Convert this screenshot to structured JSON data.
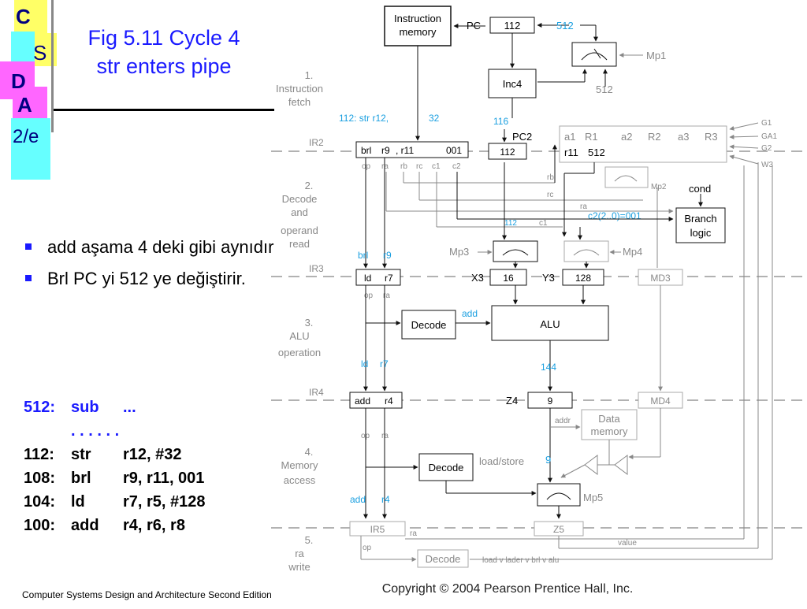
{
  "logo": {
    "letters": [
      "C",
      "S",
      "D",
      "A",
      "2/e"
    ],
    "colors": {
      "yellow": "#ffff66",
      "cyan": "#66ffff",
      "magenta": "#ff66ff"
    }
  },
  "title": {
    "line1": "Fig 5.11  Cycle 4",
    "line2": "str enters pipe"
  },
  "bullets": [
    "add aşama 4 deki gibi aynıdır",
    "Brl PC yi 512 ye değiştirir."
  ],
  "code": [
    {
      "addr": "512:",
      "op": "sub",
      "args": "...",
      "highlight": true
    },
    {
      "addr": "",
      "op": ". . . . . .",
      "args": "",
      "highlight": true
    },
    {
      "addr": "112:",
      "op": "str",
      "args": "r12, #32",
      "highlight": false
    },
    {
      "addr": "108:",
      "op": "brl",
      "args": "r9, r11, 001",
      "highlight": false
    },
    {
      "addr": "104:",
      "op": "ld",
      "args": "r7, r5, #128",
      "highlight": false
    },
    {
      "addr": "100:",
      "op": "add",
      "args": "r4, r6, r8",
      "highlight": false
    }
  ],
  "footer": "Computer Systems Design and Architecture Second Edition",
  "diagram": {
    "copyright": "Copyright © 2004 Pearson Prentice Hall, Inc.",
    "stages": [
      {
        "num": "1.",
        "l1": "Instruction",
        "l2": "fetch",
        "l3": ""
      },
      {
        "num": "2.",
        "l1": "Decode",
        "l2": "and",
        "l3": "operand",
        "l4": "read"
      },
      {
        "num": "3.",
        "l1": "ALU",
        "l2": "operation",
        "l3": ""
      },
      {
        "num": "4.",
        "l1": "Memory",
        "l2": "access",
        "l3": ""
      },
      {
        "num": "5.",
        "l1": "ra",
        "l2": "write",
        "l3": ""
      }
    ],
    "labels": {
      "instr_mem_1": "Instruction",
      "instr_mem_2": "memory",
      "pc": "PC",
      "pc_val": "112",
      "pc_in": "512",
      "mp1": "Mp1",
      "inc4": "Inc4",
      "mux_out": "512",
      "ir2_in": "112: str  r12,",
      "ir2_in2": "32",
      "pc2_in": "116",
      "pc2": "PC2",
      "pc2_val": "112",
      "ir2": "IR2",
      "ir2_op": "brl",
      "ir2_ra": "r9",
      "ir2_rb": ", r11",
      "ir2_c": "001",
      "f_op": "op",
      "f_ra": "ra",
      "f_rb": "rb",
      "f_rc": "rc",
      "f_c1": "c1",
      "f_c2": "c2",
      "reg_a1": "a1",
      "reg_R1": "R1",
      "reg_a2": "a2",
      "reg_R2": "R2",
      "reg_a3": "a3",
      "reg_R3": "R3",
      "reg_r11": "r11",
      "reg_512": "512",
      "g1": "G1",
      "ga1": "GA1",
      "g2": "G2",
      "w3": "W3",
      "mp2": "Mp2",
      "cond": "cond",
      "branch_1": "Branch",
      "branch_2": "logic",
      "c2_cond": "c2(2..0)=001",
      "rb": "rb",
      "rc": "rc",
      "ra": "ra",
      "c1": "c1",
      "v112": "112",
      "mp3": "Mp3",
      "mp4": "Mp4",
      "ir3_in_op": "brl",
      "ir3_in_ra": "r9",
      "ir3": "IR3",
      "ir3_op": "ld",
      "ir3_ra": "r7",
      "x3": "X3",
      "x3_val": "16",
      "y3": "Y3",
      "y3_val": "128",
      "md3": "MD3",
      "decode": "Decode",
      "add": "add",
      "alu": "ALU",
      "ir4_in_op": "ld",
      "ir4_in_ra": "r7",
      "v144": "144",
      "ir4": "IR4",
      "ir4_op": "add",
      "ir4_ra": "r4",
      "z4": "Z4",
      "z4_val": "9",
      "md4": "MD4",
      "addr": "addr",
      "data_mem_1": "Data",
      "data_mem_2": "memory",
      "load_store": "load/store",
      "v9": "9",
      "mp5": "Mp5",
      "ir5_in_op": "add",
      "ir5_in_ra": "r4",
      "ir5": "IR5",
      "z5": "Z5",
      "value": "value",
      "decode5": "Decode",
      "decode5_cond": "load v lader v brl v alu"
    }
  }
}
